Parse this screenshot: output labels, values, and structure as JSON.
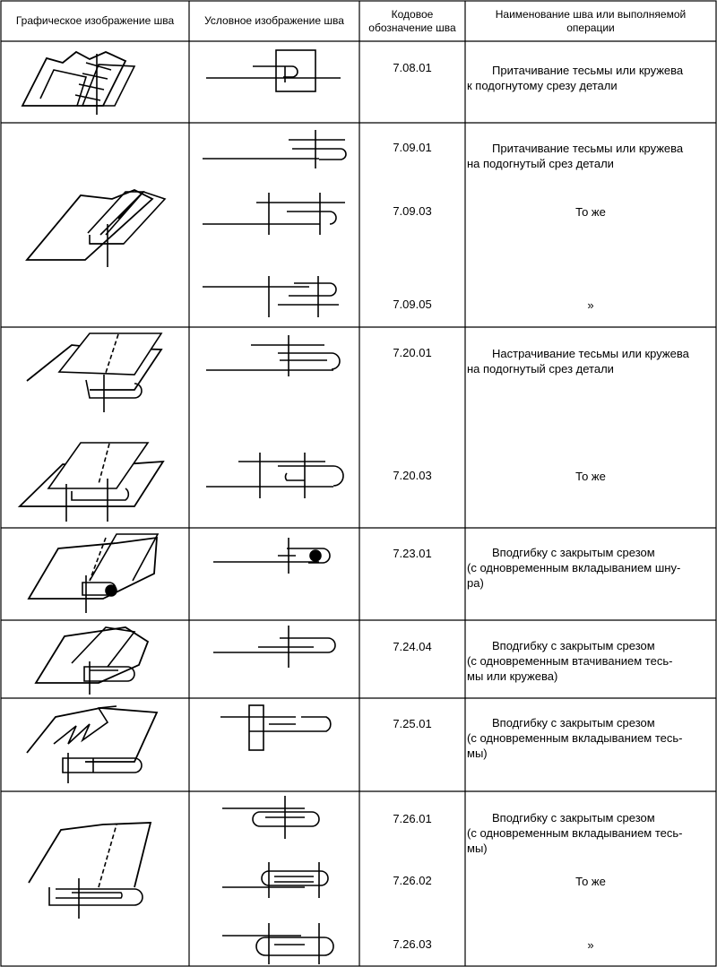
{
  "header": {
    "col1": "Графическое изображение шва",
    "col2": "Условное изображение шва",
    "col3_line1": "Кодовое",
    "col3_line2": "обозначение шва",
    "col4_line1": "Наименование шва или выполняемой",
    "col4_line2": "операции"
  },
  "rows": [
    {
      "code": "7.08.01",
      "desc1": "Притачивание тесьмы или кружева",
      "desc2": "к подогнутому срезу детали"
    },
    {
      "code": "7.09.01",
      "desc1": "Притачивание тесьмы или кружева",
      "desc2": "на подогнутый срез детали"
    },
    {
      "code": "7.09.03",
      "desc1": "То же"
    },
    {
      "code": "7.09.05",
      "desc1": "»"
    },
    {
      "code": "7.20.01",
      "desc1": "Настрачивание тесьмы или кружева",
      "desc2": "на подогнутый срез детали"
    },
    {
      "code": "7.20.03",
      "desc1": "То же"
    },
    {
      "code": "7.23.01",
      "desc1": "Вподгибку  с  закрытым  срезом",
      "desc2": "(с одновременным вкладыванием шну-",
      "desc3": "ра)"
    },
    {
      "code": "7.24.04",
      "desc1": "Вподгибку  с  закрытым  срезом",
      "desc2": "(с  одновременным  втачиванием  тесь-",
      "desc3": "мы или кружева)"
    },
    {
      "code": "7.25.01",
      "desc1": "Вподгибку с закрытым срезом",
      "desc2": "(с одновременным вкладыванием тесь-",
      "desc3": "мы)"
    },
    {
      "code": "7.26.01",
      "desc1": "Вподгибку  с  закрытым  срезом",
      "desc2": "(с одновременным вкладыванием тесь-",
      "desc3": "мы)"
    },
    {
      "code": "7.26.02",
      "desc1": "То же"
    },
    {
      "code": "7.26.03",
      "desc1": "»"
    }
  ]
}
